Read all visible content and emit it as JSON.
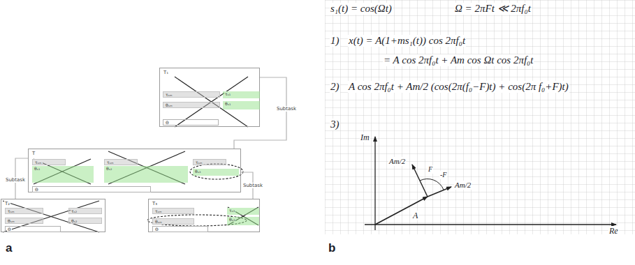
{
  "diagram": {
    "nodes": [
      {
        "text": [
          "T₁"
        ]
      },
      {
        "text": [
          "τₛₘ"
        ],
        "in": 0
      },
      {
        "text": [
          "τₛ₁"
        ],
        "in": 0
      },
      {
        "text": [
          "θₛₘ"
        ],
        "in": 0
      },
      {
        "text": [
          "θₛ₁"
        ],
        "in": 0
      },
      {
        "text": [
          "Θ"
        ],
        "in": 0
      },
      {
        "text": [
          "T"
        ]
      },
      {
        "text": [
          "τₛₘ"
        ],
        "in": 6
      },
      {
        "text": [
          "θₛ₁"
        ],
        "in": 6
      },
      {
        "text": [
          "τₛₘ"
        ],
        "in": 6
      },
      {
        "text": [
          "θₛ₂"
        ],
        "in": 6
      },
      {
        "text": [
          "τₛₘ"
        ],
        "in": 6
      },
      {
        "text": [
          "θₛ₃"
        ],
        "in": 6
      },
      {
        "text": [
          "Θ"
        ],
        "in": 6
      },
      {
        "text": [
          "T₂"
        ]
      },
      {
        "text": [
          "τₛₘ"
        ],
        "in": 14
      },
      {
        "text": [
          "τₛ₂"
        ],
        "in": 14
      },
      {
        "text": [
          "θₛₘ"
        ],
        "in": 14
      },
      {
        "text": [
          "θₛ₂"
        ],
        "in": 14
      },
      {
        "text": [
          "Θ"
        ],
        "in": 14
      },
      {
        "text": [
          "T₃"
        ]
      },
      {
        "text": [
          "τₛₘ"
        ],
        "in": 20
      },
      {
        "text": [
          "τₛ₃"
        ],
        "in": 20
      },
      {
        "text": [
          "θₛₘ"
        ],
        "in": 20
      },
      {
        "text": [
          "θₛ₃"
        ],
        "in": 20
      },
      {
        "text": [
          "Θ"
        ],
        "in": 20
      }
    ],
    "edges": [
      {
        "from": 6,
        "to": 0,
        "label": "Subtask",
        "arrow": "none"
      },
      {
        "from": 6,
        "to": 14,
        "label": "Subtask",
        "arrow": "none"
      },
      {
        "from": 6,
        "to": 20,
        "label": "Subtask",
        "arrow": "none"
      }
    ],
    "labels": [
      "a",
      "b",
      "s₁(t) = cos(Ωt)",
      "Ω = 2πFt ≪ 2πf₀t",
      "1)",
      "x(t) = A(1+ms₁(t)) cos 2πf₀t",
      "= A cos 2πf₀t + Am cos Ωt cos 2πf₀t",
      "2)",
      "A cos 2πf₀t + Am/2 (cos(2π(f₀−F)t) + cos(2π f₀+F)t)",
      "3)",
      "Im",
      "Re",
      "A",
      "Am/2",
      "Am/2",
      "F",
      "-F"
    ]
  }
}
